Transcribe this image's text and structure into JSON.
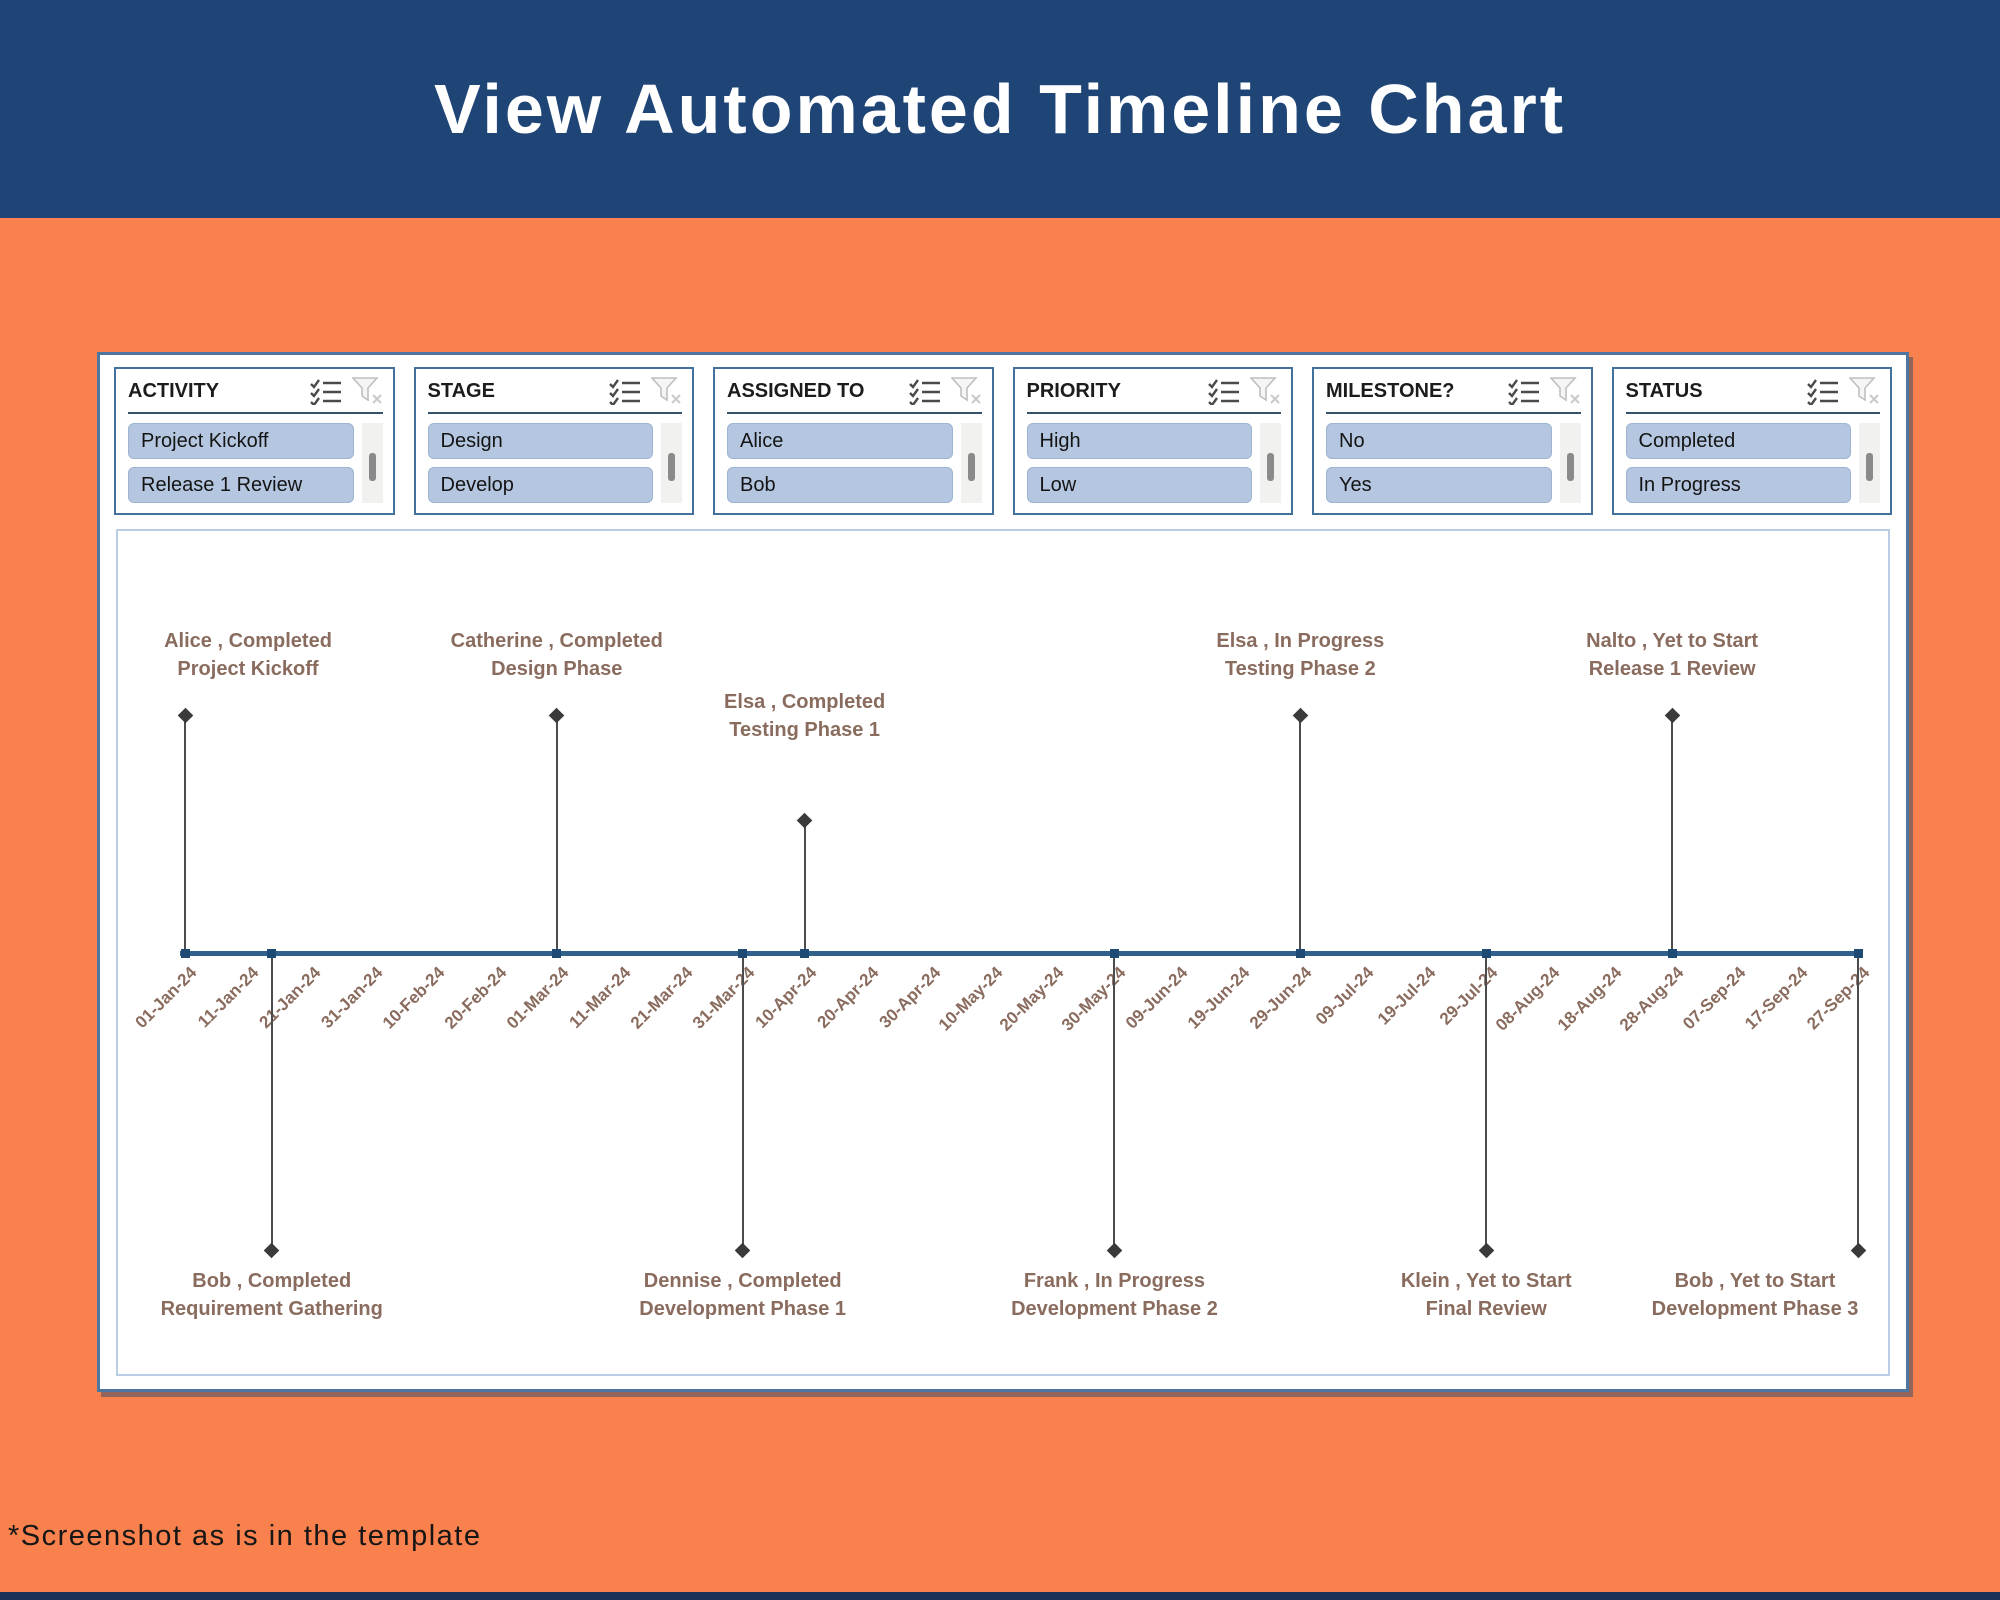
{
  "header": {
    "title": "View Automated Timeline Chart"
  },
  "slicers": [
    {
      "title": "ACTIVITY",
      "items": [
        "Project Kickoff",
        "Release 1 Review"
      ]
    },
    {
      "title": "STAGE",
      "items": [
        "Design",
        "Develop"
      ]
    },
    {
      "title": "ASSIGNED TO",
      "items": [
        "Alice",
        "Bob"
      ]
    },
    {
      "title": "PRIORITY",
      "items": [
        "High",
        "Low"
      ]
    },
    {
      "title": "MILESTONE?",
      "items": [
        "No",
        "Yes"
      ]
    },
    {
      "title": "STATUS",
      "items": [
        "Completed",
        "In Progress"
      ]
    }
  ],
  "slicer_icons": {
    "multi_select": "multi-select-checklist",
    "clear_filter": "funnel-with-x"
  },
  "chart_data": {
    "type": "timeline",
    "axis_start_date": "01-Jan-24",
    "axis_end_date": "27-Sep-24",
    "tick_interval_days": 10,
    "axis_total_days": 270,
    "axis_dates": [
      "01-Jan-24",
      "11-Jan-24",
      "21-Jan-24",
      "31-Jan-24",
      "10-Feb-24",
      "20-Feb-24",
      "01-Mar-24",
      "11-Mar-24",
      "21-Mar-24",
      "31-Mar-24",
      "10-Apr-24",
      "20-Apr-24",
      "30-Apr-24",
      "10-May-24",
      "20-May-24",
      "30-May-24",
      "09-Jun-24",
      "19-Jun-24",
      "29-Jun-24",
      "09-Jul-24",
      "19-Jul-24",
      "29-Jul-24",
      "08-Aug-24",
      "18-Aug-24",
      "28-Aug-24",
      "07-Sep-24",
      "17-Sep-24",
      "27-Sep-24"
    ],
    "milestones": [
      {
        "activity": "Project Kickoff",
        "person": "Alice",
        "status": "Completed",
        "label_line1": "Alice , Completed",
        "label_line2": "Project Kickoff",
        "date": "01-Jan-24",
        "day": 0,
        "side": "above",
        "line": "tall"
      },
      {
        "activity": "Requirement Gathering",
        "person": "Bob",
        "status": "Completed",
        "label_line1": "Bob , Completed",
        "label_line2": "Requirement Gathering",
        "date": "15-Jan-24",
        "day": 14,
        "side": "below",
        "line": "tall"
      },
      {
        "activity": "Design Phase",
        "person": "Catherine",
        "status": "Completed",
        "label_line1": "Catherine , Completed",
        "label_line2": "Design Phase",
        "date": "01-Mar-24",
        "day": 60,
        "side": "above",
        "line": "tall"
      },
      {
        "activity": "Development Phase 1",
        "person": "Dennise",
        "status": "Completed",
        "label_line1": "Dennise , Completed",
        "label_line2": "Development Phase 1",
        "date": "31-Mar-24",
        "day": 90,
        "side": "below",
        "line": "tall"
      },
      {
        "activity": "Testing Phase 1",
        "person": "Elsa",
        "status": "Completed",
        "label_line1": "Elsa , Completed",
        "label_line2": "Testing Phase 1",
        "date": "10-Apr-24",
        "day": 100,
        "side": "above",
        "line": "short"
      },
      {
        "activity": "Development Phase 2",
        "person": "Frank",
        "status": "In Progress",
        "label_line1": "Frank , In Progress",
        "label_line2": "Development Phase 2",
        "date": "30-May-24",
        "day": 150,
        "side": "below",
        "line": "tall"
      },
      {
        "activity": "Testing Phase 2",
        "person": "Elsa",
        "status": "In Progress",
        "label_line1": "Elsa , In Progress",
        "label_line2": "Testing Phase 2",
        "date": "29-Jun-24",
        "day": 180,
        "side": "above",
        "line": "tall"
      },
      {
        "activity": "Final Review",
        "person": "Klein",
        "status": "Yet to Start",
        "label_line1": "Klein , Yet to Start",
        "label_line2": "Final Review",
        "date": "29-Jul-24",
        "day": 210,
        "side": "below",
        "line": "tall"
      },
      {
        "activity": "Release 1 Review",
        "person": "Nalto",
        "status": "Yet to Start",
        "label_line1": "Nalto , Yet to Start",
        "label_line2": "Release 1 Review",
        "date": "28-Aug-24",
        "day": 240,
        "side": "above",
        "line": "tall"
      },
      {
        "activity": "Development Phase 3",
        "person": "Bob",
        "status": "Yet to Start",
        "label_line1": "Bob , Yet to Start",
        "label_line2": "Development Phase 3",
        "date": "27-Sep-24",
        "day": 270,
        "side": "below",
        "line": "tall"
      }
    ],
    "colors": {
      "background_orange": "#F8814D",
      "banner_blue": "#1F4577",
      "axis_blue": "#30618D",
      "marker_blue": "#1E4B74",
      "line_gray": "#4C4C4C",
      "label_brown": "#8A6C5F",
      "slicer_item_blue": "#B5C7E0",
      "slicer_border_blue": "#41719C"
    }
  },
  "footnote": "*Screenshot as is in the template"
}
